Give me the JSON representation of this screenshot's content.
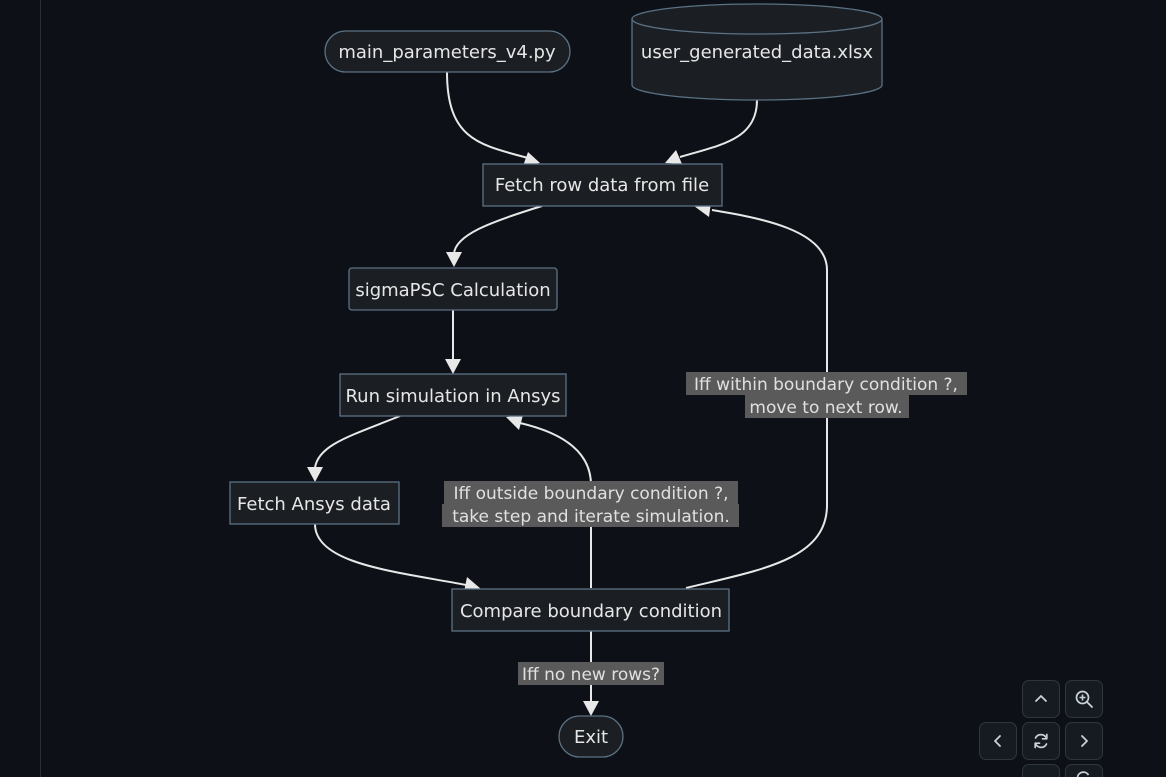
{
  "nodes": {
    "main_params": "main_parameters_v4.py",
    "user_data": "user_generated_data.xlsx",
    "fetch_row": "Fetch row data from file",
    "sigma": "sigmaPSC Calculation",
    "run_sim": "Run simulation in Ansys",
    "fetch_ansys": "Fetch Ansys data",
    "compare": "Compare boundary condition",
    "exit": "Exit"
  },
  "edge_labels": {
    "within_1": "Iff within boundary condition ?,",
    "within_2": "move to next row.",
    "outside_1": "Iff outside boundary condition ?,",
    "outside_2": "take step and iterate simulation.",
    "no_rows": "Iff no new rows?"
  },
  "controls": {
    "up": "chevron-up-icon",
    "zoom_in": "zoom-in-icon",
    "left": "chevron-left-icon",
    "reset": "reset-icon",
    "right": "chevron-right-icon"
  }
}
